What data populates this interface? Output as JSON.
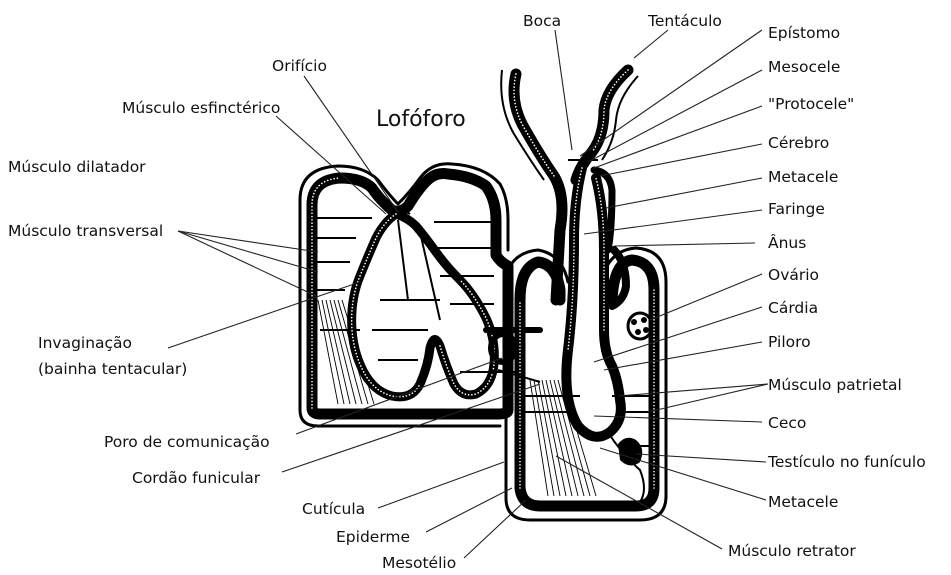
{
  "diagram": {
    "title": "Lofóforo",
    "labels": {
      "boca": "Boca",
      "tentaculo": "Tentáculo",
      "epistomo": "Epístomo",
      "mesocele": "Mesocele",
      "protocele": "\"Protocele\"",
      "cerebro": "Cérebro",
      "metacele_top": "Metacele",
      "faringe": "Faringe",
      "anus": "Ânus",
      "ovario": "Ovário",
      "cardia": "Cárdia",
      "piloro": "Piloro",
      "musculo_patrietal": "Músculo patrietal",
      "ceco": "Ceco",
      "testiculo": "Testículo no funículo",
      "metacele_bottom": "Metacele",
      "musculo_retrator": "Músculo retrator",
      "orificio": "Orifício",
      "musculo_esfincterico": "Músculo esfinctérico",
      "musculo_dilatador": "Músculo dilatador",
      "musculo_transversal": "Músculo transversal",
      "invaginacao_1": "Invaginação",
      "invaginacao_2": "(bainha tentacular)",
      "poro": "Poro de comunicação",
      "cordao": "Cordão funicular",
      "cuticula": "Cutícula",
      "epiderme": "Epiderme",
      "mesotelio": "Mesotélio"
    }
  }
}
